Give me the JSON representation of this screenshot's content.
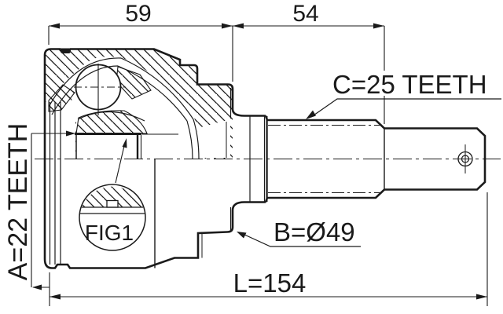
{
  "drawing": {
    "background": "#ffffff",
    "line_color": "#1a1a1a",
    "dim_top_left": "59",
    "dim_top_right": "54",
    "label_outer_spline": "C=25 TEETH",
    "label_inner_spline": "A=22 TEETH",
    "label_diameter": "B=Ø49",
    "label_length": "L=154",
    "detail_label": "FIG1"
  }
}
